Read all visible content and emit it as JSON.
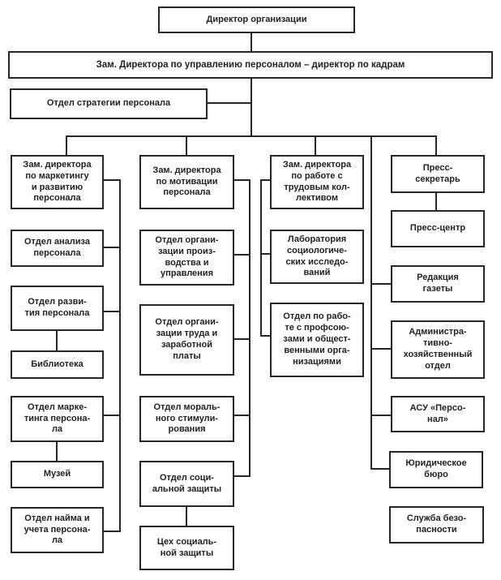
{
  "diagram": {
    "type": "org-chart",
    "language": "ru",
    "line_color": "#262626",
    "box_background": "#ffffff",
    "nodes": {
      "director": "Директор организации",
      "hr_director": "Зам. Директора по управлению персоналом – директор по кадрам",
      "strategy": "Отдел стратегии персонала",
      "deputy_marketing": "Зам. директора\nпо маркетингу\nи развитию\nперсонала",
      "deputy_motivation": "Зам. директора\nпо мотивации\nперсонала",
      "deputy_labor_collective": "Зам. директора\nпо работе с\nтрудовым кол-\nлективом",
      "press_secretary": "Пресс-\nсекретарь",
      "analysis": "Отдел анализа\nперсонала",
      "development": "Отдел разви-\nтия персонала",
      "library": "Библиотека",
      "marketing": "Отдел марке-\nтинга персона-\nла",
      "museum": "Музей",
      "hiring": "Отдел найма и\nучета персона-\nла",
      "org_production": "Отдел органи-\nзации произ-\nводства и\nуправления",
      "org_labor": "Отдел органи-\nзации труда и\nзаработной\nплаты",
      "moral_stimulation": "Отдел мораль-\nного стимули-\nрования",
      "social_protection": "Отдел соци-\nальной защиты",
      "social_shop": "Цех социаль-\nной защиты",
      "sociology_lab": "Лаборатория\nсоциологиче-\nских исследо-\nваний",
      "trade_unions": "Отдел по рабо-\nте с профсою-\nзами и общест-\nвенными орга-\nнизациями",
      "press_center": "Пресс-центр",
      "newspaper": "Редакция\nгазеты",
      "admin_dept": "Администра-\nтивно-\nхозяйственный\nотдел",
      "asu_personal": "АСУ «Персо-\nнал»",
      "legal_bureau": "Юридическое\nбюро",
      "security": "Служба безо-\nпасности"
    }
  }
}
